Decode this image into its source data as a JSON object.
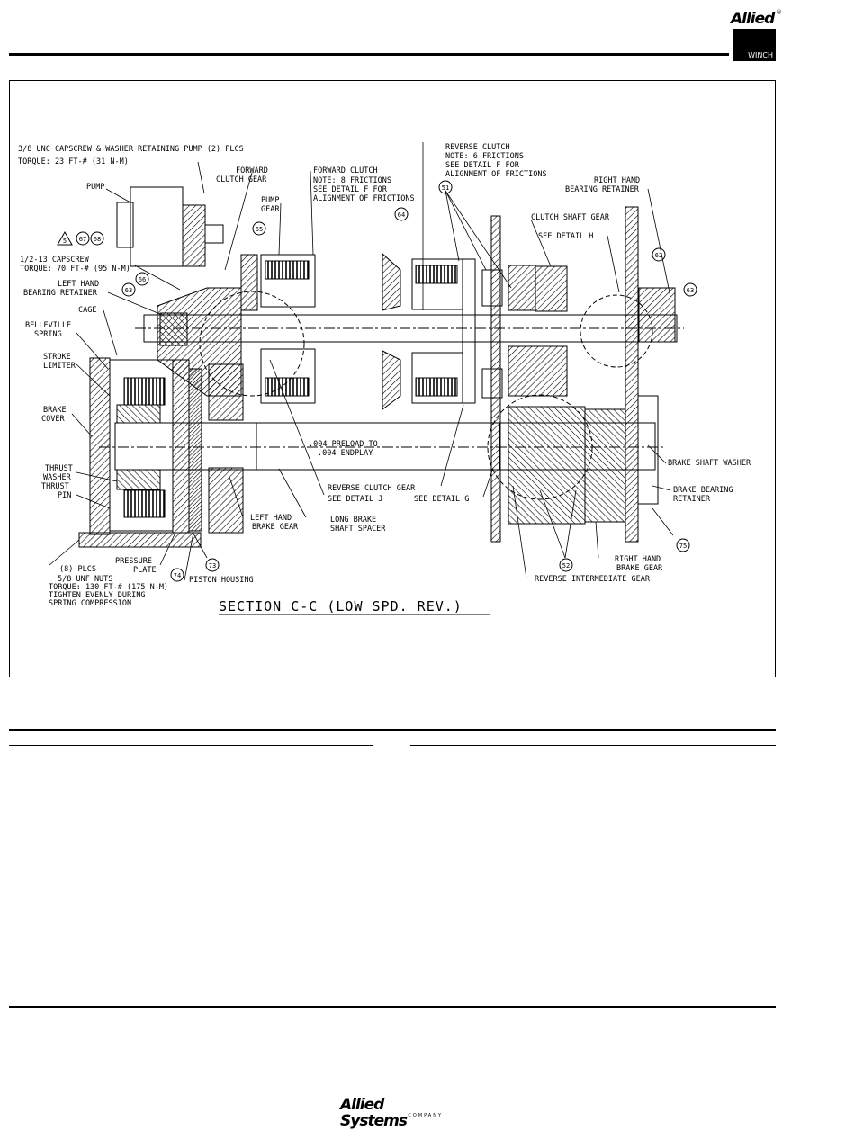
{
  "logo": {
    "brand": "Allied",
    "sub": "WINCH",
    "reg": "®"
  },
  "footer": {
    "brand": "Allied Systems",
    "company": "COMPANY"
  },
  "diagram": {
    "title": "SECTION C-C (LOW SPD. REV.)",
    "callouts": {
      "c5": "5",
      "c67": "67",
      "c68": "68",
      "c66": "66",
      "c63a": "63",
      "c65": "65",
      "c64": "64",
      "c51": "51",
      "c62": "62",
      "c63b": "63",
      "c73": "73",
      "c74": "74",
      "c52": "52",
      "c75": "75"
    },
    "labels": {
      "pump_capscrew_1": "3/8 UNC CAPSCREW & WASHER RETAINING PUMP (2) PLCS",
      "pump_capscrew_2": "TORQUE: 23 FT-# (31 N-M)",
      "pump": "PUMP",
      "capscrew_1": "1/2-13 CAPSCREW",
      "capscrew_2": "TORQUE: 70 FT-# (95 N-M)",
      "lh_retainer_1": "LEFT HAND",
      "lh_retainer_2": "BEARING RETAINER",
      "cage": "CAGE",
      "belleville_1": "BELLEVILLE",
      "belleville_2": "SPRING",
      "stroke_1": "STROKE",
      "stroke_2": "LIMITER",
      "brake_cover_1": "BRAKE",
      "brake_cover_2": "COVER",
      "thrust_washer_1": "THRUST",
      "thrust_washer_2": "WASHER",
      "thrust_pin_1": "THRUST",
      "thrust_pin_2": "PIN",
      "plcs": "(8) PLCS",
      "nuts": "5/8 UNF NUTS",
      "nuts_torque": "TORQUE: 130 FT-# (175 N-M)",
      "nuts_tighten": "TIGHTEN EVENLY DURING",
      "nuts_spring": "SPRING COMPRESSION",
      "pressure_plate_1": "PRESSURE",
      "pressure_plate_2": "PLATE",
      "piston_housing": "PISTON HOUSING",
      "fwd_clutch_gear_1": "FORWARD",
      "fwd_clutch_gear_2": "CLUTCH GEAR",
      "pump_gear_1": "PUMP",
      "pump_gear_2": "GEAR",
      "fwd_clutch_1": "FORWARD CLUTCH",
      "fwd_clutch_2": "NOTE: 8 FRICTIONS",
      "fwd_clutch_3": "SEE DETAIL F FOR",
      "fwd_clutch_4": "ALIGNMENT OF FRICTIONS",
      "rev_clutch_1": "REVERSE CLUTCH",
      "rev_clutch_2": "NOTE: 6 FRICTIONS",
      "rev_clutch_3": "SEE DETAIL F FOR",
      "rev_clutch_4": "ALIGNMENT OF FRICTIONS",
      "rh_retainer_1": "RIGHT HAND",
      "rh_retainer_2": "BEARING RETAINER",
      "clutch_shaft_gear": "CLUTCH SHAFT GEAR",
      "see_detail_h": "SEE DETAIL H",
      "preload": ".004 PRELOAD TO",
      "endplay": ".004 ENDPLAY",
      "rev_clutch_gear": "REVERSE CLUTCH GEAR",
      "see_detail_j": "SEE DETAIL J",
      "see_detail_g": "SEE DETAIL G",
      "lh_brake_gear_1": "LEFT HAND",
      "lh_brake_gear_2": "BRAKE GEAR",
      "long_spacer_1": "LONG BRAKE",
      "long_spacer_2": "SHAFT SPACER",
      "brake_shaft_washer": "BRAKE SHAFT WASHER",
      "brake_bearing_1": "BRAKE BEARING",
      "brake_bearing_2": "RETAINER",
      "rh_brake_gear_1": "RIGHT HAND",
      "rh_brake_gear_2": "BRAKE GEAR",
      "rev_intermediate": "REVERSE INTERMEDIATE GEAR"
    }
  }
}
